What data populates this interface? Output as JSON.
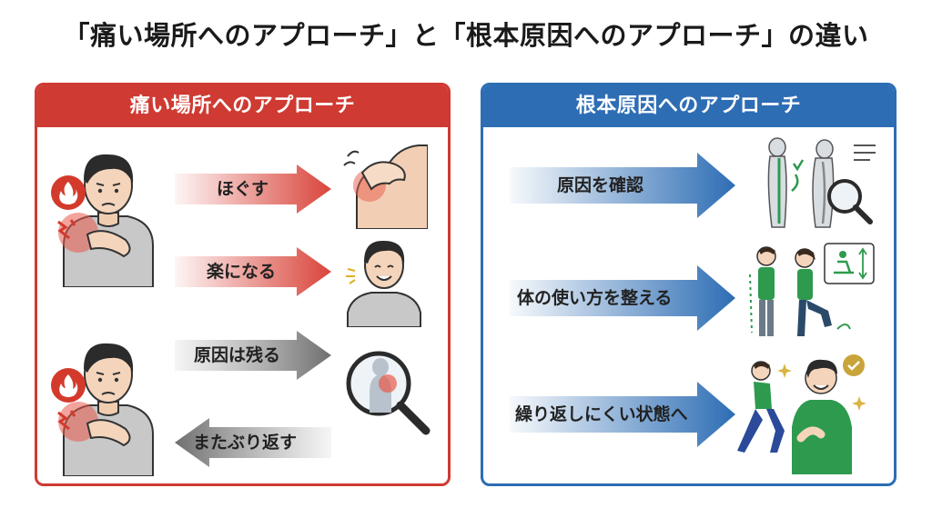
{
  "title": "「痛い場所へのアプローチ」と「根本原因へのアプローチ」の違い",
  "colors": {
    "left_accent": "#cf3a32",
    "right_accent": "#2d6db4",
    "gray_arrow": "#8a8a8a"
  },
  "left": {
    "heading": "痛い場所へのアプローチ",
    "steps": [
      "ほぐす",
      "楽になる",
      "原因は残る",
      "またぶり返す"
    ]
  },
  "right": {
    "heading": "根本原因へのアプローチ",
    "steps": [
      "原因を確認",
      "体の使い方を整える",
      "繰り返しにくい状態へ"
    ]
  }
}
